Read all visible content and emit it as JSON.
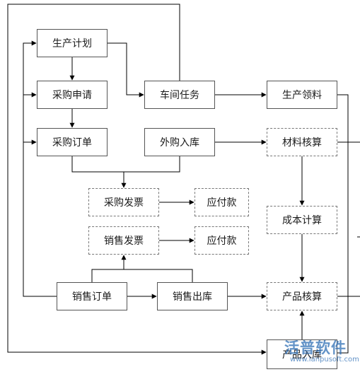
{
  "nodes": {
    "sc_plan": "生产计划",
    "cg_apply": "采购申请",
    "cg_order": "采购订单",
    "cj_task": "车间任务",
    "wg_in": "外购入库",
    "sc_pick": "生产领料",
    "cl_check": "材料核算",
    "cg_inv": "采购发票",
    "ap_1": "应付款",
    "xs_inv": "销售发票",
    "ap_2": "应付款",
    "cb_calc": "成本计算",
    "xs_order": "销售订单",
    "xs_out": "销售出库",
    "cp_check": "产品核算",
    "cp_in": "产品入库"
  },
  "watermark": {
    "brand": "活普软件",
    "url": "www.lanpusoft.com"
  },
  "colors": {
    "line": "#000000",
    "box_border": "#555555",
    "watermark": "#2f6fb5"
  }
}
